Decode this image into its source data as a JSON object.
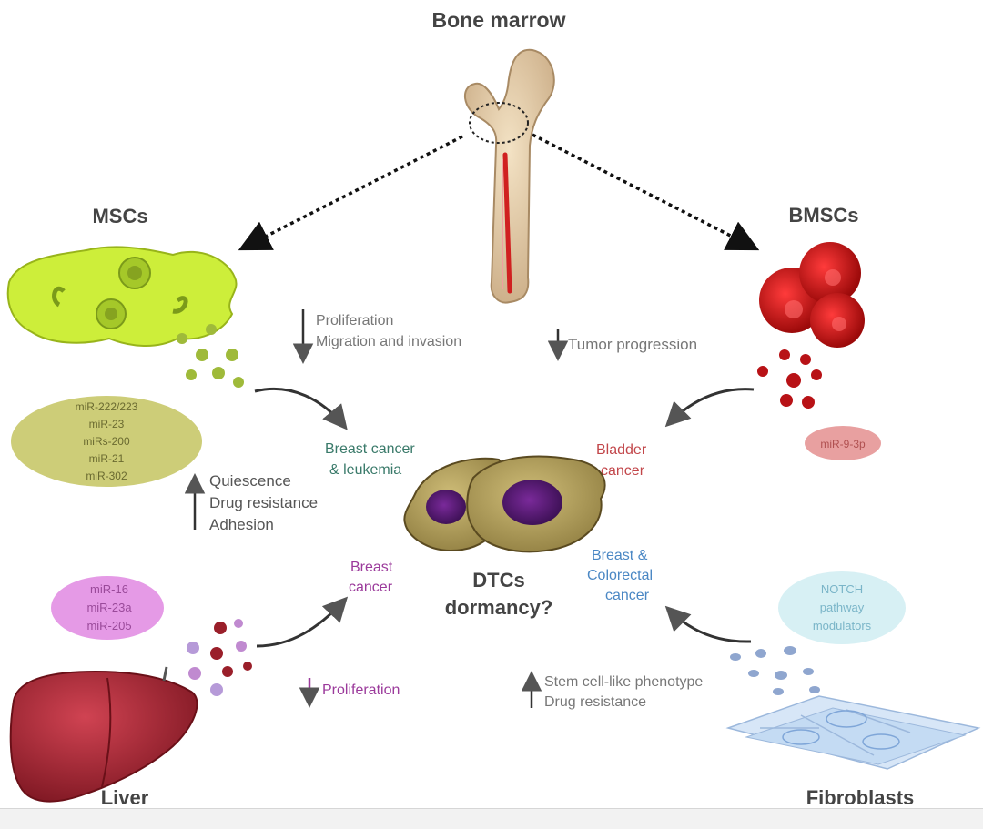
{
  "labels": {
    "bone_marrow": "Bone marrow",
    "mscs": "MSCs",
    "bmscs": "BMSCs",
    "liver": "Liver",
    "fibroblasts": "Fibroblasts",
    "dtcs_line1": "DTCs",
    "dtcs_line2": "dormancy?"
  },
  "effects": {
    "msc_down_line1": "Proliferation",
    "msc_down_line2": "Migration and invasion",
    "bmsc_down": "Tumor progression",
    "msc_up_line1": "Quiescence",
    "msc_up_line2": "Drug resistance",
    "msc_up_line3": "Adhesion",
    "liver_down": "Proliferation",
    "fib_up_line1": "Stem cell-like phenotype",
    "fib_up_line2": "Drug resistance"
  },
  "targets": {
    "msc_target_line1": "Breast cancer",
    "msc_target_line2": "& leukemia",
    "bmsc_target_line1": "Bladder",
    "bmsc_target_line2": "cancer",
    "liver_target_line1": "Breast",
    "liver_target_line2": "cancer",
    "fib_target_line1": "Breast &",
    "fib_target_line2": "Colorectal",
    "fib_target_line3": "cancer"
  },
  "mirnas": {
    "msc": [
      "miR-222/223",
      "miR-23",
      "miRs-200",
      "miR-21",
      "miR-302"
    ],
    "bmsc": [
      "miR-9-3p"
    ],
    "liver": [
      "miR-16",
      "miR-23a",
      "miR-205"
    ],
    "fibroblast": [
      "NOTCH",
      "pathway",
      "modulators"
    ]
  },
  "colors": {
    "msc_green": "#cdee3a",
    "msc_text": "#3a6a5a",
    "bmsc_red": "#c40d12",
    "liver_red": "#9a1f2a",
    "liver_text": "#9b3a9b",
    "fib_blue": "#7fa6d8",
    "fib_text": "#4a87c4",
    "bladder_text": "#c2464a"
  }
}
